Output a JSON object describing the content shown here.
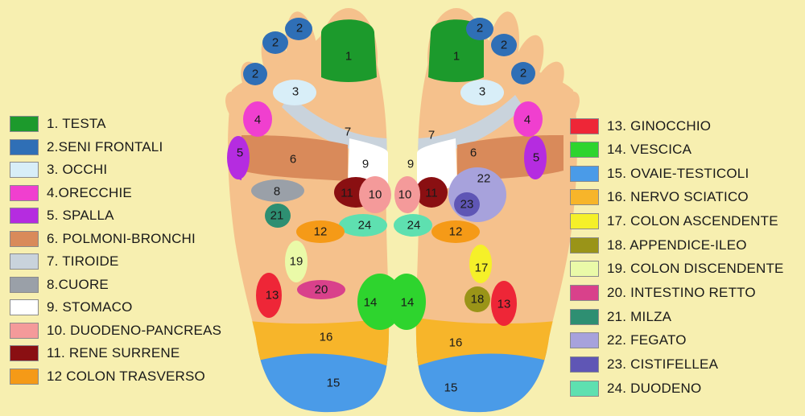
{
  "colors": {
    "background": "#f7efb0",
    "skin": "#f5c18c",
    "outline": "#c9c9c9"
  },
  "zones": [
    {
      "id": "1",
      "label": "1. TESTA",
      "color": "#1c9a2c"
    },
    {
      "id": "2",
      "label": "2.SENI FRONTALI",
      "color": "#2f6fb6"
    },
    {
      "id": "3",
      "label": "3. OCCHI",
      "color": "#d8eef8"
    },
    {
      "id": "4",
      "label": "4.ORECCHIE",
      "color": "#f03fcf"
    },
    {
      "id": "5",
      "label": "5. SPALLA",
      "color": "#b52ce0"
    },
    {
      "id": "6",
      "label": "6. POLMONI-BRONCHI",
      "color": "#d98a5a"
    },
    {
      "id": "7",
      "label": "7. TIROIDE",
      "color": "#c9d3dc"
    },
    {
      "id": "8",
      "label": "8.CUORE",
      "color": "#9aa0a8"
    },
    {
      "id": "9",
      "label": "9. STOMACO",
      "color": "#ffffff"
    },
    {
      "id": "10",
      "label": "10. DUODENO-PANCREAS",
      "color": "#f49a9a"
    },
    {
      "id": "11",
      "label": "11. RENE SURRENE",
      "color": "#8a0f12"
    },
    {
      "id": "12",
      "label": "12 COLON TRASVERSO",
      "color": "#f59a17"
    },
    {
      "id": "13",
      "label": "13. GINOCCHIO",
      "color": "#ee2637"
    },
    {
      "id": "14",
      "label": "14. VESCICA",
      "color": "#2ed42e"
    },
    {
      "id": "15",
      "label": "15. OVAIE-TESTICOLI",
      "color": "#4a9be8"
    },
    {
      "id": "16",
      "label": "16. NERVO SCIATICO",
      "color": "#f7b52a"
    },
    {
      "id": "17",
      "label": "17. COLON ASCENDENTE",
      "color": "#f5f029"
    },
    {
      "id": "18",
      "label": " 18.  APPENDICE-ILEO",
      "color": "#9a9418"
    },
    {
      "id": "19",
      "label": "19. COLON DISCENDENTE",
      "color": "#eafaa8"
    },
    {
      "id": "20",
      "label": "20. INTESTINO RETTO",
      "color": "#d9418b"
    },
    {
      "id": "21",
      "label": "21. MILZA",
      "color": "#2e8f72"
    },
    {
      "id": "22",
      "label": "22. FEGATO",
      "color": "#a7a2dc"
    },
    {
      "id": "23",
      "label": "23. CISTIFELLEA",
      "color": "#5f56b5"
    },
    {
      "id": "24",
      "label": "24. DUODENO",
      "color": "#5ee0b0"
    }
  ]
}
